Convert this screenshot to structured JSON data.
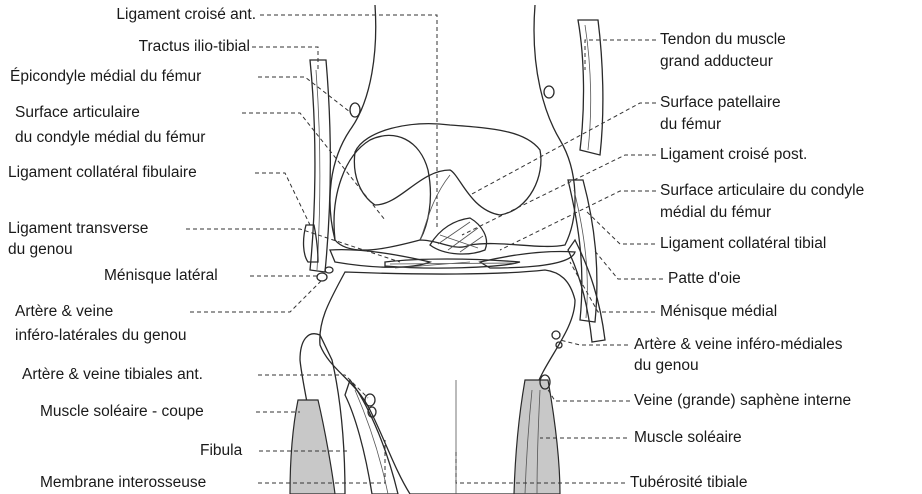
{
  "labels_left": {
    "lig_croise_ant": "Ligament croisé ant.",
    "tractus": "Tractus ilio-tibial",
    "epicondyle": "Épicondyle médial du fémur",
    "surface_art_1": "Surface articulaire",
    "surface_art_2": "du condyle médial du fémur",
    "lig_coll_fib": "Ligament collatéral fibulaire",
    "lig_transv_1": "Ligament transverse",
    "lig_transv_2": "du genou",
    "menisque_lat": "Ménisque latéral",
    "art_inf_lat_1": "Artère & veine",
    "art_inf_lat_2": "inféro-latérales du genou",
    "art_tib_ant": "Artère & veine tibiales ant.",
    "soleaire_coupe": "Muscle soléaire - coupe",
    "fibula": "Fibula",
    "membrane": "Membrane interosseuse"
  },
  "labels_right": {
    "tendon_1": "Tendon du muscle",
    "tendon_2": "grand adducteur",
    "surf_pat_1": "Surface patellaire",
    "surf_pat_2": "du fémur",
    "lig_croise_post": "Ligament croisé post.",
    "surf_art_cond_1": "Surface articulaire du condyle",
    "surf_art_cond_2": "médial du fémur",
    "lig_coll_tib": "Ligament collatéral tibial",
    "patte_oie": "Patte d'oie",
    "menisque_med": "Ménisque médial",
    "art_inf_med_1": "Artère & veine inféro-médiales",
    "art_inf_med_2": "du genou",
    "veine_saphene": "Veine (grande) saphène interne",
    "muscle_soleaire": "Muscle soléaire",
    "tuberosite": "Tubérosité tibiale"
  },
  "colors": {
    "outline": "#2a2a2a",
    "muscle_shade": "#c8c8c8",
    "leader": "#333333"
  }
}
